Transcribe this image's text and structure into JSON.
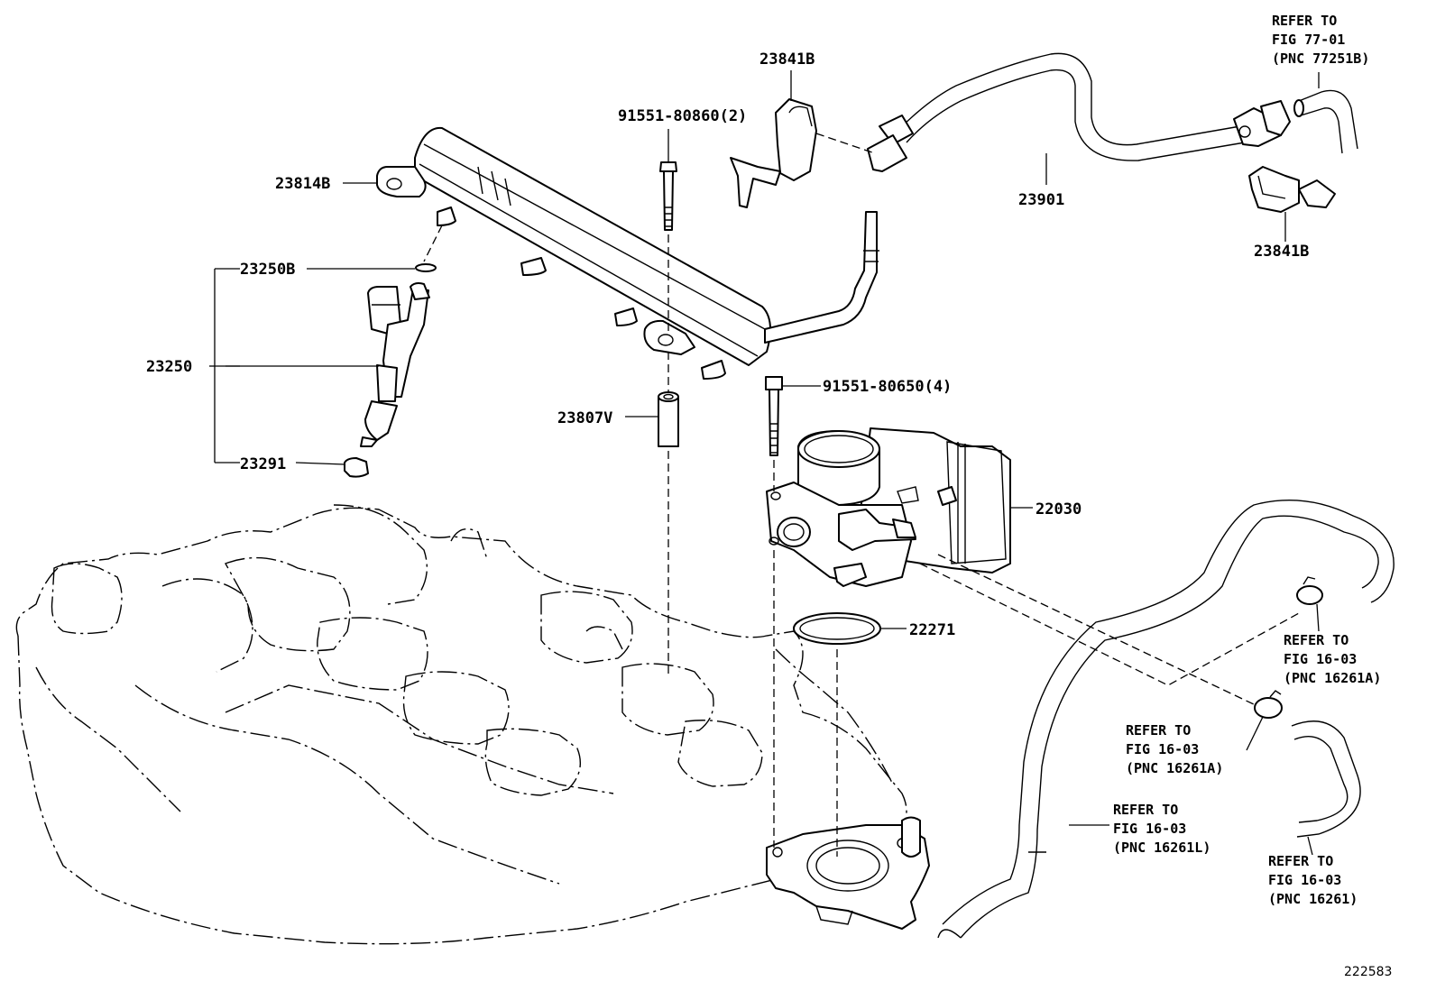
{
  "diagram": {
    "figure_id": "222583",
    "part_labels": {
      "connector_clip_top": "23841B",
      "connector_clip_right": "23841B",
      "delivery_pipe": "23814B",
      "o_ring": "23250B",
      "injector_set": "23250",
      "insulator": "23291",
      "spacer": "23807V",
      "bolt_top": "91551-80860(2)",
      "bolt_throttle": "91551-80650(4)",
      "fuel_hose": "23901",
      "throttle_body": "22030",
      "gasket": "22271"
    },
    "references": {
      "fig77": {
        "line1": "REFER TO",
        "line2": "FIG 77-01",
        "line3": "(PNC 77251B)"
      },
      "fig16_a": {
        "line1": "REFER TO",
        "line2": "FIG 16-03",
        "line3": "(PNC 16261A)"
      },
      "fig16_b": {
        "line1": "REFER TO",
        "line2": "FIG 16-03",
        "line3": "(PNC 16261A)"
      },
      "fig16_l": {
        "line1": "REFER TO",
        "line2": "FIG 16-03",
        "line3": "(PNC 16261L)"
      },
      "fig16_c": {
        "line1": "REFER TO",
        "line2": "FIG 16-03",
        "line3": "(PNC 16261)"
      }
    }
  }
}
